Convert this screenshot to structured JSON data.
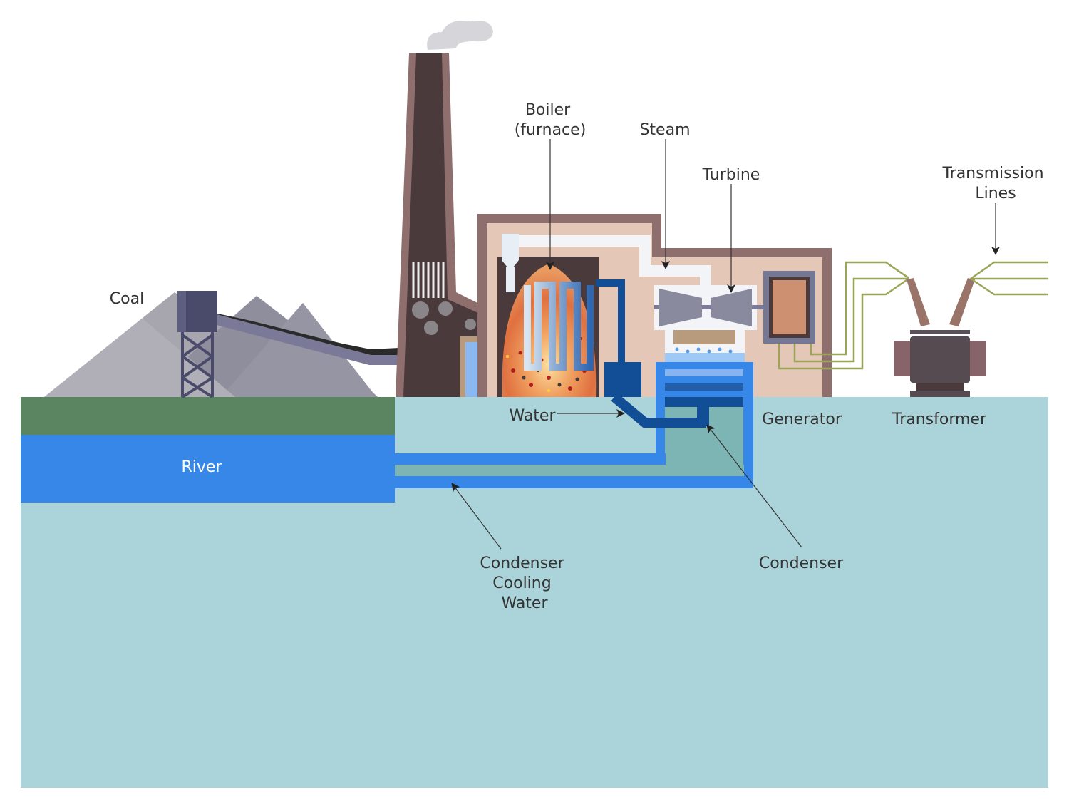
{
  "labels": {
    "coal": "Coal",
    "boiler_line1": "Boiler",
    "boiler_line2": "(furnace)",
    "steam": "Steam",
    "turbine": "Turbine",
    "transmission_line1": "Transmission",
    "transmission_line2": "Lines",
    "water": "Water",
    "generator": "Generator",
    "transformer": "Transformer",
    "river": "River",
    "cooling_line1": "Condenser",
    "cooling_line2": "Cooling",
    "cooling_line3": "Water",
    "condenser": "Condenser"
  },
  "colors": {
    "ground": "#abd4da",
    "grass": "#5a8560",
    "river": "#3787e8",
    "building_wall": "#8f6e6e",
    "building_inner": "#e4c7b6",
    "chimney": "#4a3a3c",
    "feedwater_pipe": "#124e96",
    "transmission_line": "#9aa55a"
  }
}
